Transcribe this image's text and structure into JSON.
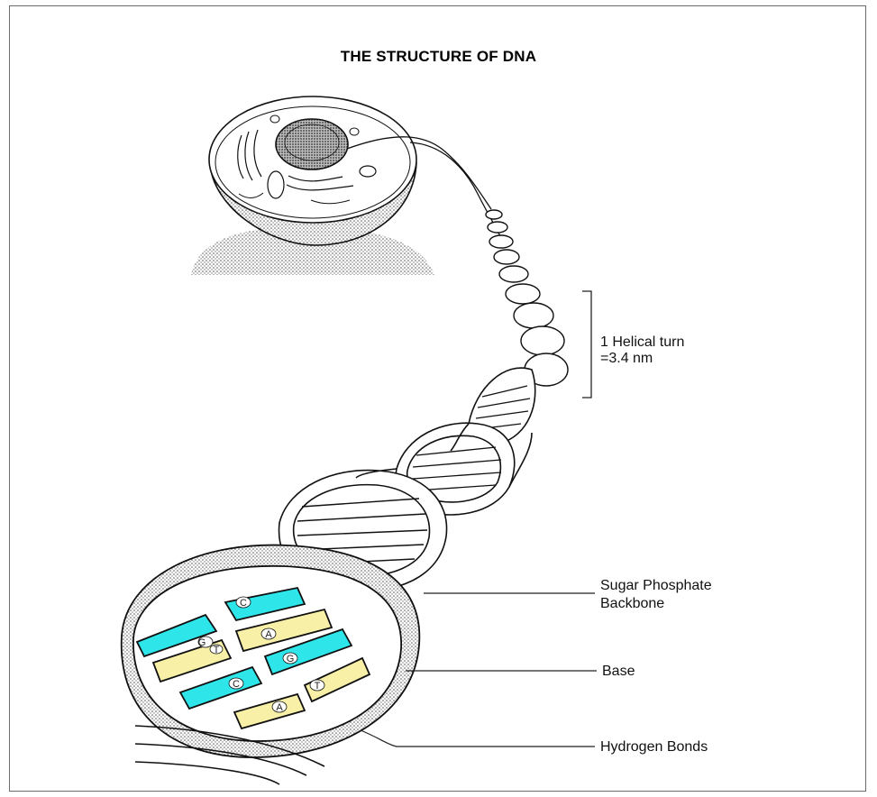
{
  "title": "THE STRUCTURE OF DNA",
  "labels": {
    "helical_line1": "1 Helical turn",
    "helical_line2": "=3.4 nm",
    "backbone_line1": "Sugar Phosphate",
    "backbone_line2": "Backbone",
    "base": "Base",
    "hydrogen_bonds": "Hydrogen Bonds"
  },
  "bases": {
    "g1": "G",
    "c1": "C",
    "t1": "T",
    "a1": "A",
    "c2": "C",
    "g2": "G",
    "a2": "A",
    "t2": "T"
  },
  "colors": {
    "cyan_base": "#2ee6ea",
    "yellow_base": "#f7f0a6",
    "outline": "#111111",
    "stipple": "#8a8a8a"
  }
}
